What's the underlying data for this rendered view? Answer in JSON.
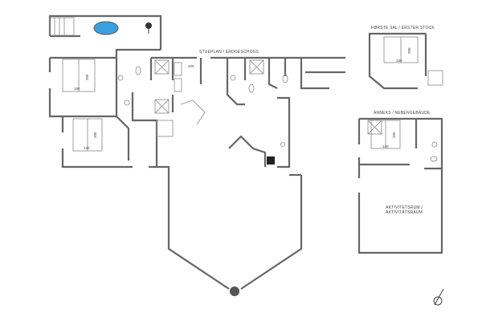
{
  "labels": {
    "ground_floor": "STUEPLAN / ERDGESCHOSS",
    "first_floor": "FØRSTE SAL / ERSTER STOCK",
    "annex": "ANNEKS / NEBENGEBÄUDE",
    "activity_room_line1": "AKTIVITETSRUM /",
    "activity_room_line2": "AKTIVITÄTSRAUM"
  },
  "beds": {
    "main_bedroom_width": "180",
    "main_bedroom_length": "200",
    "second_bedroom_width": "140",
    "second_bedroom_length": "200",
    "bunk_room_length": "200",
    "first_floor_width": "180",
    "first_floor_length": "200",
    "annex_width": "140",
    "annex_length": "200"
  },
  "colors": {
    "wall": "#666666",
    "pool": "#3aa0e0",
    "stove": "#222222"
  }
}
